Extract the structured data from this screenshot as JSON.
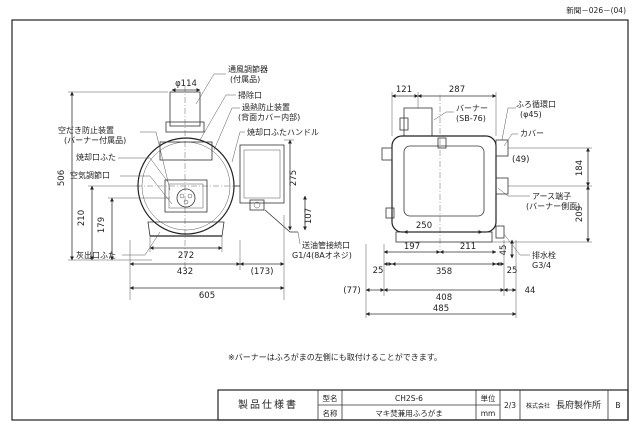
{
  "doc_number": "新聞－026－(04)",
  "note": "※バーナーはふろがまの左側にも取付けることができます。",
  "front_view": {
    "dims": {
      "pipe_dia": "φ114",
      "height_total": "506",
      "h_210": "210",
      "h_179": "179",
      "h_275": "275",
      "h_107": "107",
      "w_272": "272",
      "w_432": "432",
      "w_173": "(173)",
      "w_605": "605"
    },
    "labels": {
      "air_damper": "通風調節器",
      "air_damper_sub": "(付属品)",
      "cleanout": "掃除口",
      "overheat": "過熱防止装置",
      "overheat_sub": "(背面カバー内部)",
      "dry_fire": "空だき防止装置",
      "dry_fire_sub": "(バーナー付属品)",
      "firebox_lid": "焼却口ふた",
      "firebox_handle": "焼却口ふたハンドル",
      "air_inlet": "空気調節口",
      "ash_lid": "灰出口ふた",
      "oil_pipe": "送油管接続口",
      "oil_pipe_sub": "G1/4(8Aオネジ)"
    }
  },
  "side_view": {
    "dims": {
      "w_121": "121",
      "w_287": "287",
      "h_184": "184",
      "h_209": "209",
      "w_250": "250",
      "w_197": "197",
      "w_211": "211",
      "w_25a": "25",
      "w_358": "358",
      "w_25b": "25",
      "w_77": "(77)",
      "w_408": "408",
      "w_44": "44",
      "w_485": "485",
      "h_45": "45",
      "h_49": "(49)"
    },
    "labels": {
      "burner": "バーナー",
      "burner_sub": "(SB-76)",
      "circ_port": "ふろ循環口",
      "circ_port_sub": "(φ45)",
      "cover": "カバー",
      "earth": "アース端子",
      "earth_sub": "(バーナー側面)",
      "drain": "排水栓",
      "drain_sub": "G3/4"
    }
  },
  "title_block": {
    "title": "製品仕様書",
    "model_label": "型名",
    "model_value": "CH2S-6",
    "name_label": "名称",
    "name_value": "マキ焚兼用ふろがま",
    "unit_label": "単位",
    "unit_value": "mm",
    "scale": "2/3",
    "company_prefix": "株式会社",
    "company": "長府製作所",
    "rev": "B"
  }
}
